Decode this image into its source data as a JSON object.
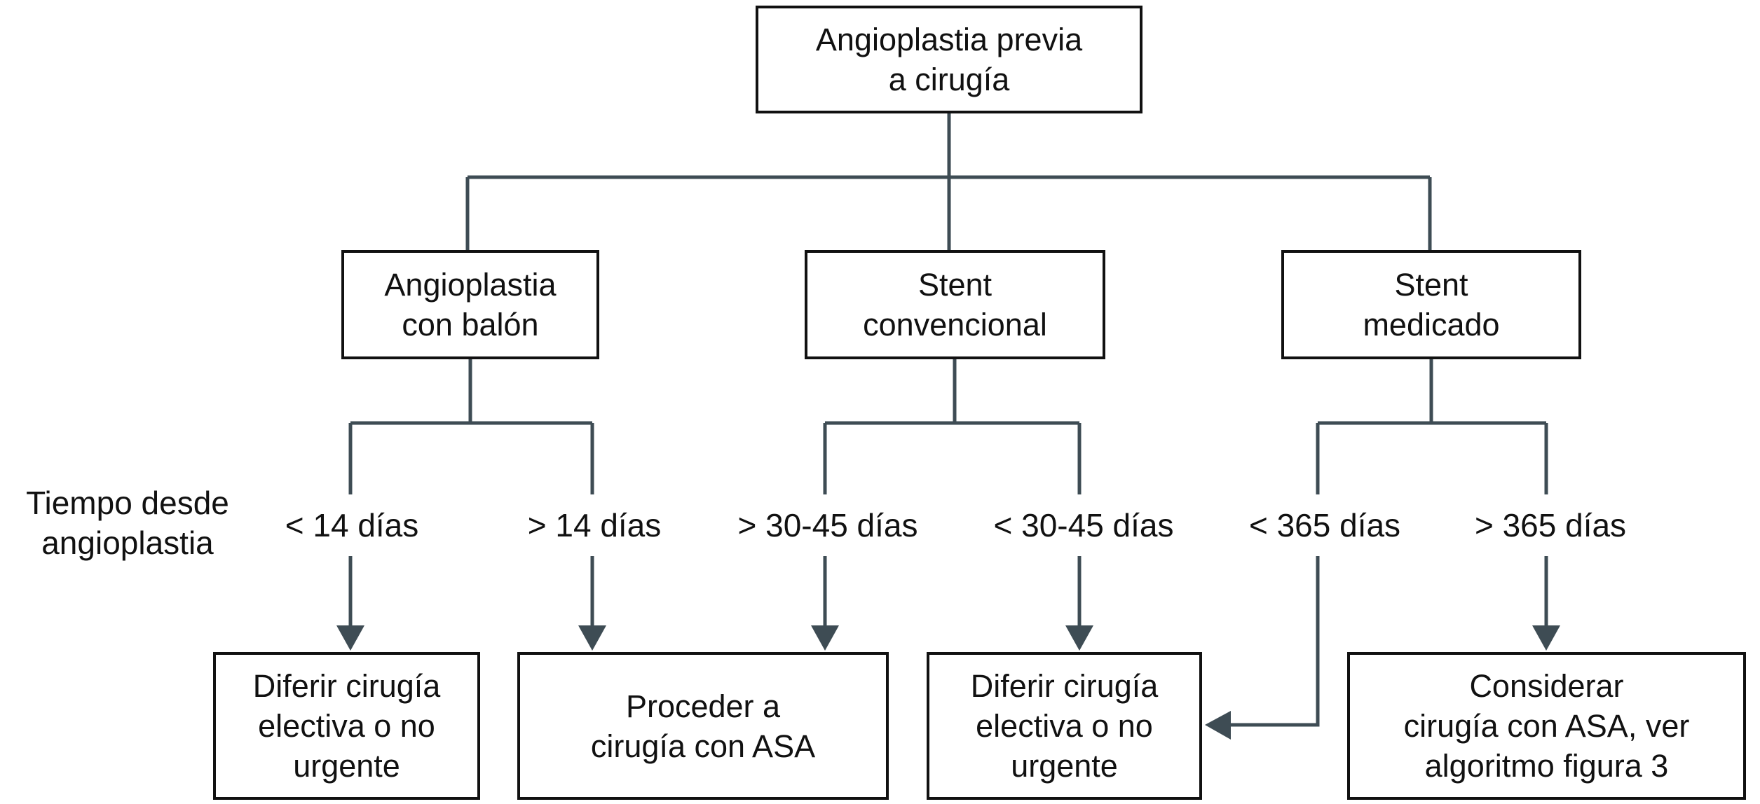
{
  "diagram": {
    "nodes": {
      "root": {
        "label": "Angioplastia previa\na cirugía"
      },
      "balloon": {
        "label": "Angioplastia\ncon balón"
      },
      "bare_stent": {
        "label": "Stent\nconvencional"
      },
      "drug_stent": {
        "label": "Stent\nmedicado"
      },
      "defer_left": {
        "label": "Diferir cirugía\nelectiva o no\nurgente"
      },
      "proceed_asa": {
        "label": "Proceder a\ncirugía con ASA"
      },
      "defer_right": {
        "label": "Diferir cirugía\nelectiva o no\nurgente"
      },
      "consider_asa": {
        "label": "Considerar\ncirugía con ASA, ver\nalgoritmo figura 3"
      }
    },
    "side_label": "Tiempo desde\nangioplastia",
    "edge_labels": {
      "lt14": "< 14 días",
      "gt14": "> 14 días",
      "gt3045": "> 30-45 días",
      "lt3045": "< 30-45 días",
      "lt365": "< 365 días",
      "gt365": "> 365 días"
    },
    "colors": {
      "connector": "#3E4C54",
      "box_border": "#111111",
      "text": "#111111",
      "background": "#FFFFFF"
    }
  }
}
